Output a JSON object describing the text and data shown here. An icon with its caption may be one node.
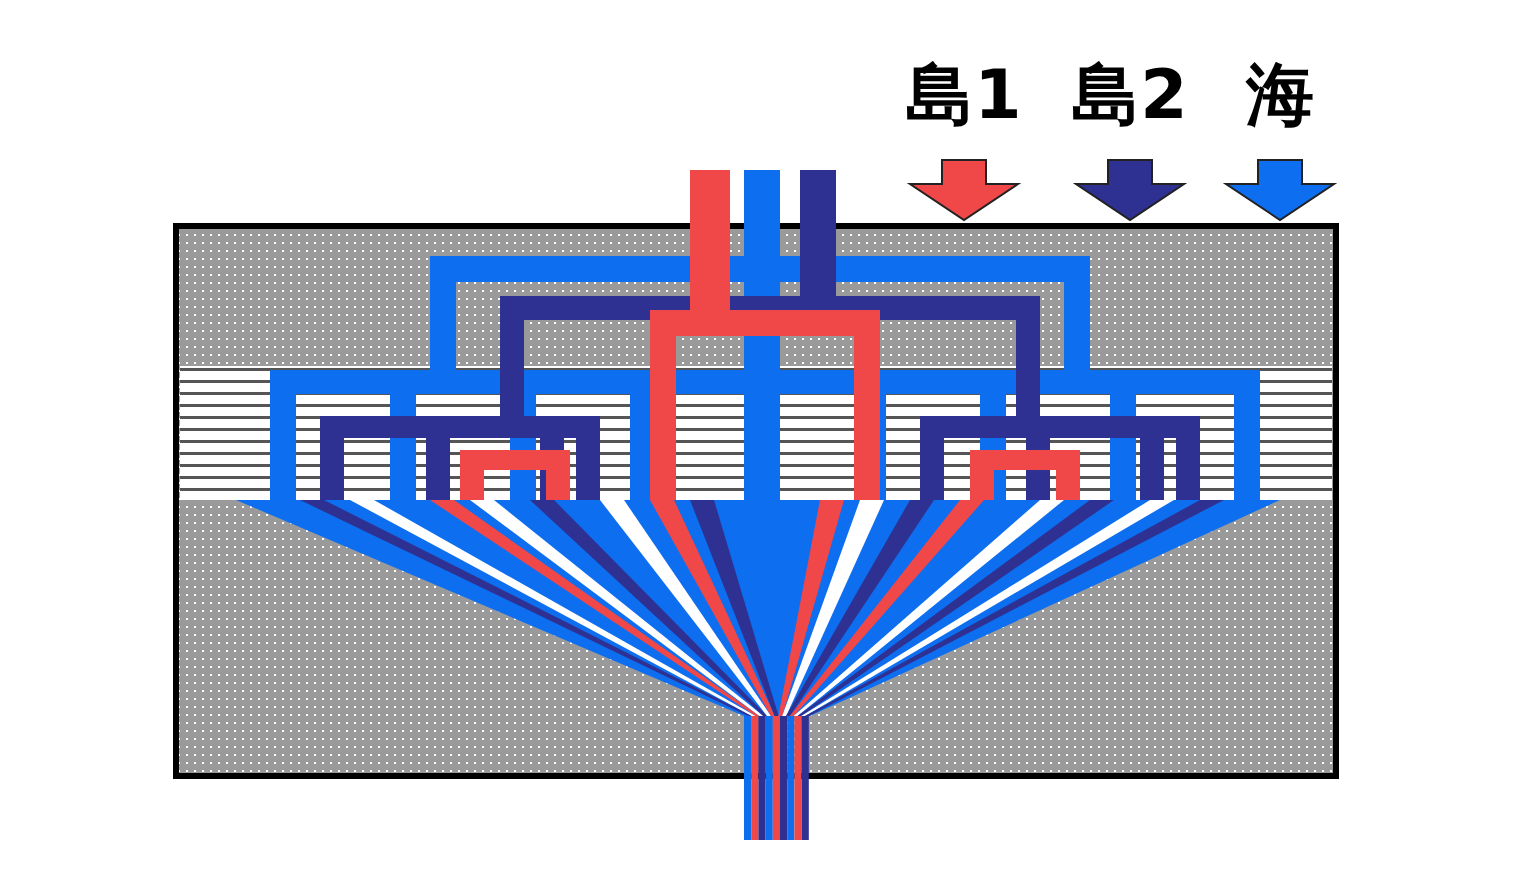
{
  "diagram": {
    "legend": [
      {
        "text": "島1",
        "color": "#f04848"
      },
      {
        "text": "島2",
        "color": "#2e3192"
      },
      {
        "text": "海",
        "color": "#0d6ef0"
      }
    ]
  }
}
